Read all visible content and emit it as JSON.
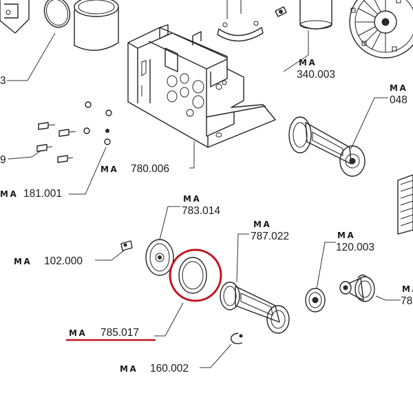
{
  "colors": {
    "highlight": "#c1121f",
    "ink": "#222222",
    "background": "#ffffff"
  },
  "labels": {
    "prefix": "MA",
    "top_left_partial": "3",
    "left_partial": "9",
    "ma_340": "340.003",
    "ma_048": "048",
    "ma_780": "780.006",
    "ma_181": "181.001",
    "ma_783": "783.014",
    "ma_787": "787.022",
    "ma_120": "120.003",
    "ma_102": "102.000",
    "ma_785": "785.017",
    "ma_160": "160.002",
    "ma_78_right": "78"
  },
  "highlight": {
    "part": "785.017"
  }
}
